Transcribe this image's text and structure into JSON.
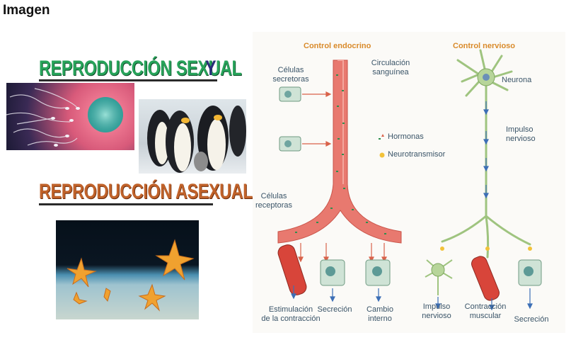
{
  "page": {
    "title": "Imagen"
  },
  "headings": {
    "sexual": "REPRODUCCIÓN SEXUAL",
    "sexual_conj": "Y",
    "asexual": "REPRODUCCIÓN ASEXUAL"
  },
  "diagram": {
    "endocrine_title": "Control endocrino",
    "nervous_title": "Control nervioso",
    "secretory_cells": [
      "Células",
      "secretoras"
    ],
    "blood_circulation": [
      "Circulación",
      "sanguínea"
    ],
    "legend_hormones": "Hormonas",
    "legend_neurotransmitter": "Neurotransmisor",
    "receptor_cells": [
      "Células",
      "receptoras"
    ],
    "neuron": "Neurona",
    "nerve_impulse": [
      "Impulso",
      "nervioso"
    ],
    "outcome_contraction": [
      "Estimulación",
      "de la contracción"
    ],
    "outcome_secretion": "Secreción",
    "outcome_internal_change": [
      "Cambio",
      "interno"
    ],
    "outcome_nerve_impulse": [
      "Impulso",
      "nervioso"
    ],
    "outcome_muscle_contraction": [
      "Contracción",
      "muscular"
    ],
    "outcome_secretion_2": "Secreción"
  },
  "colors": {
    "sexual_heading": "#27a35a",
    "asexual_heading": "#c0622a",
    "vessel": "#e8796f",
    "hormone_dot": "#1f8a4a",
    "neurotransmitter_dot": "#f2c23a",
    "neuron": "#a9c98c",
    "arrow_blue": "#3d6fb6",
    "arrow_red": "#d9624a"
  }
}
